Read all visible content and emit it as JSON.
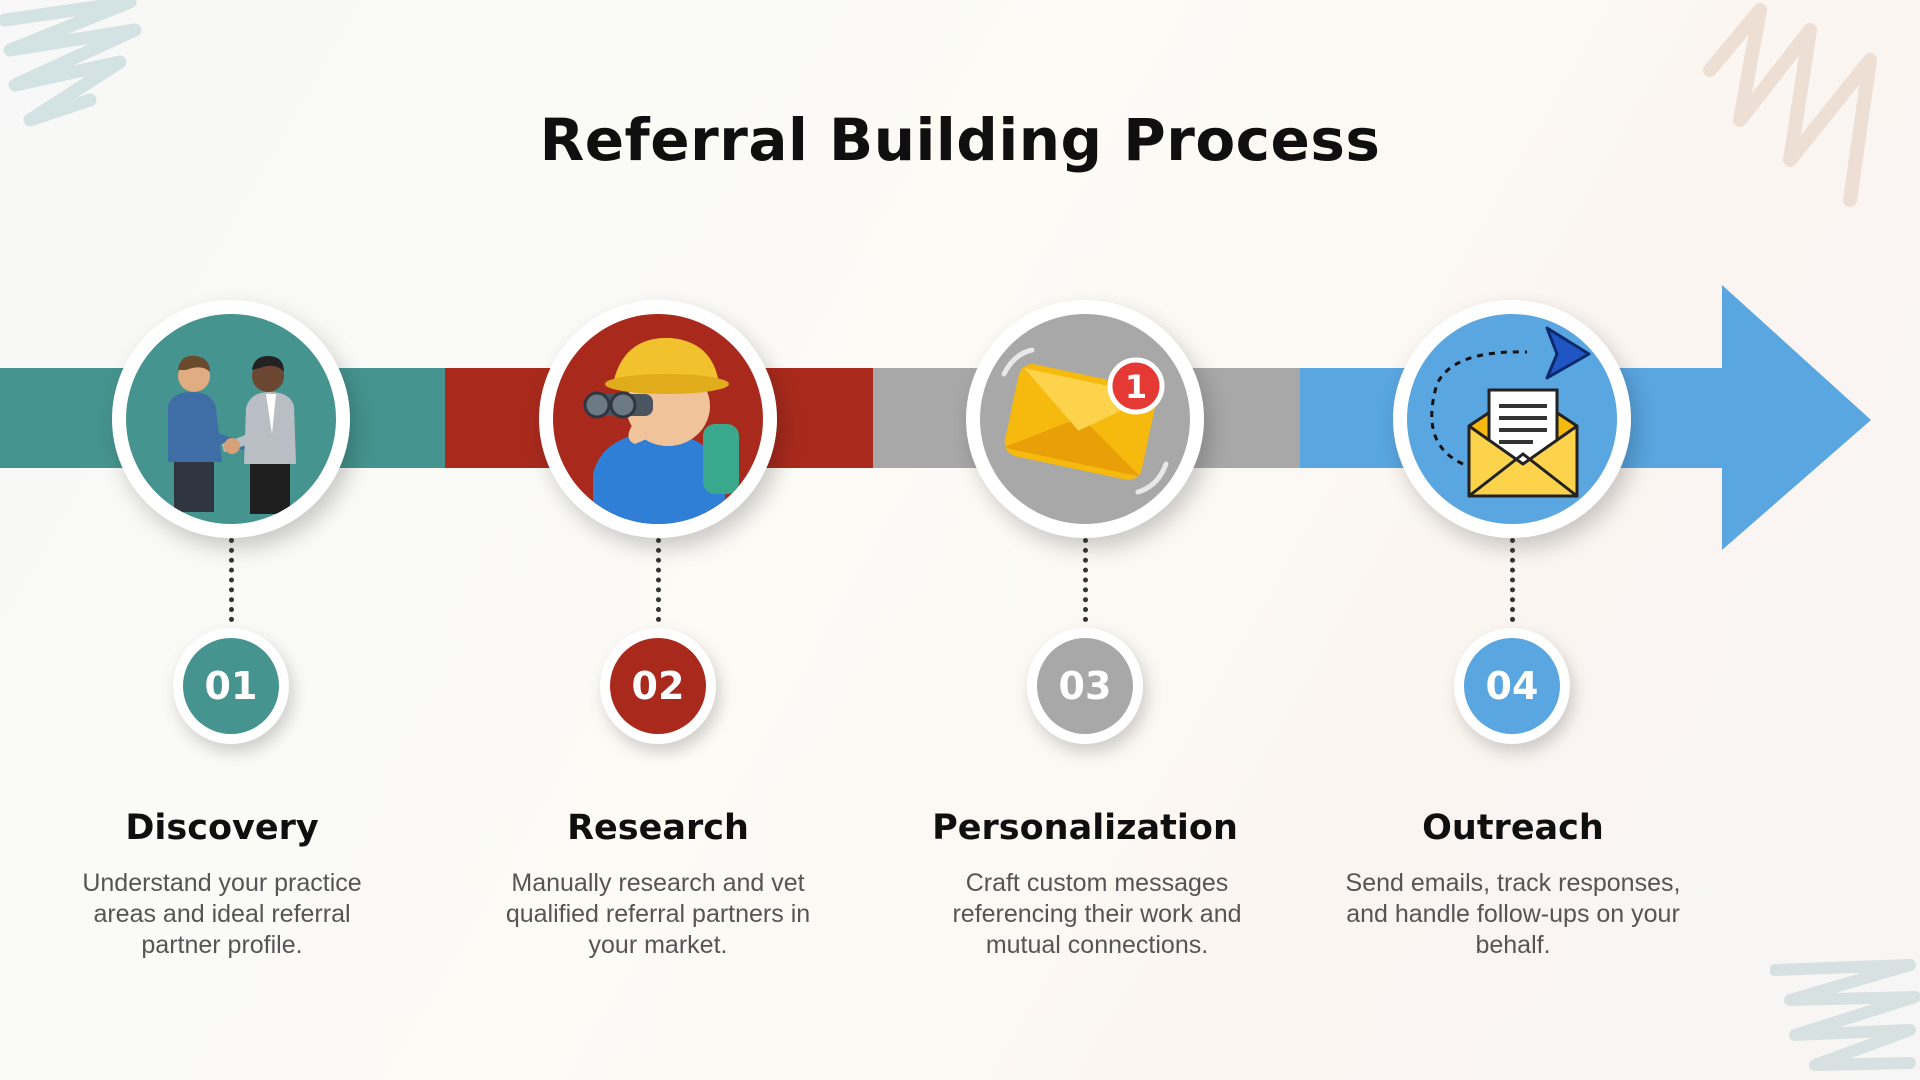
{
  "title": "Referral Building Process",
  "colors": {
    "teal": "#46948f",
    "red": "#a92a1d",
    "gray": "#a8a8a8",
    "blue": "#5aa6e0"
  },
  "steps": [
    {
      "number": "01",
      "title": "Discovery",
      "description": "Understand your practice areas and ideal referral partner profile.",
      "color": "#46948f",
      "icon": "handshake-icon"
    },
    {
      "number": "02",
      "title": "Research",
      "description": "Manually research and vet qualified referral partners in your market.",
      "color": "#a92a1d",
      "icon": "binoculars-explorer-icon"
    },
    {
      "number": "03",
      "title": "Personalization",
      "description": "Craft custom messages referencing their work and mutual connections.",
      "color": "#a8a8a8",
      "icon": "envelope-notification-icon",
      "badge": "1"
    },
    {
      "number": "04",
      "title": "Outreach",
      "description": "Send emails, track responses, and handle follow-ups on your behalf.",
      "color": "#5aa6e0",
      "icon": "open-envelope-send-icon"
    }
  ]
}
